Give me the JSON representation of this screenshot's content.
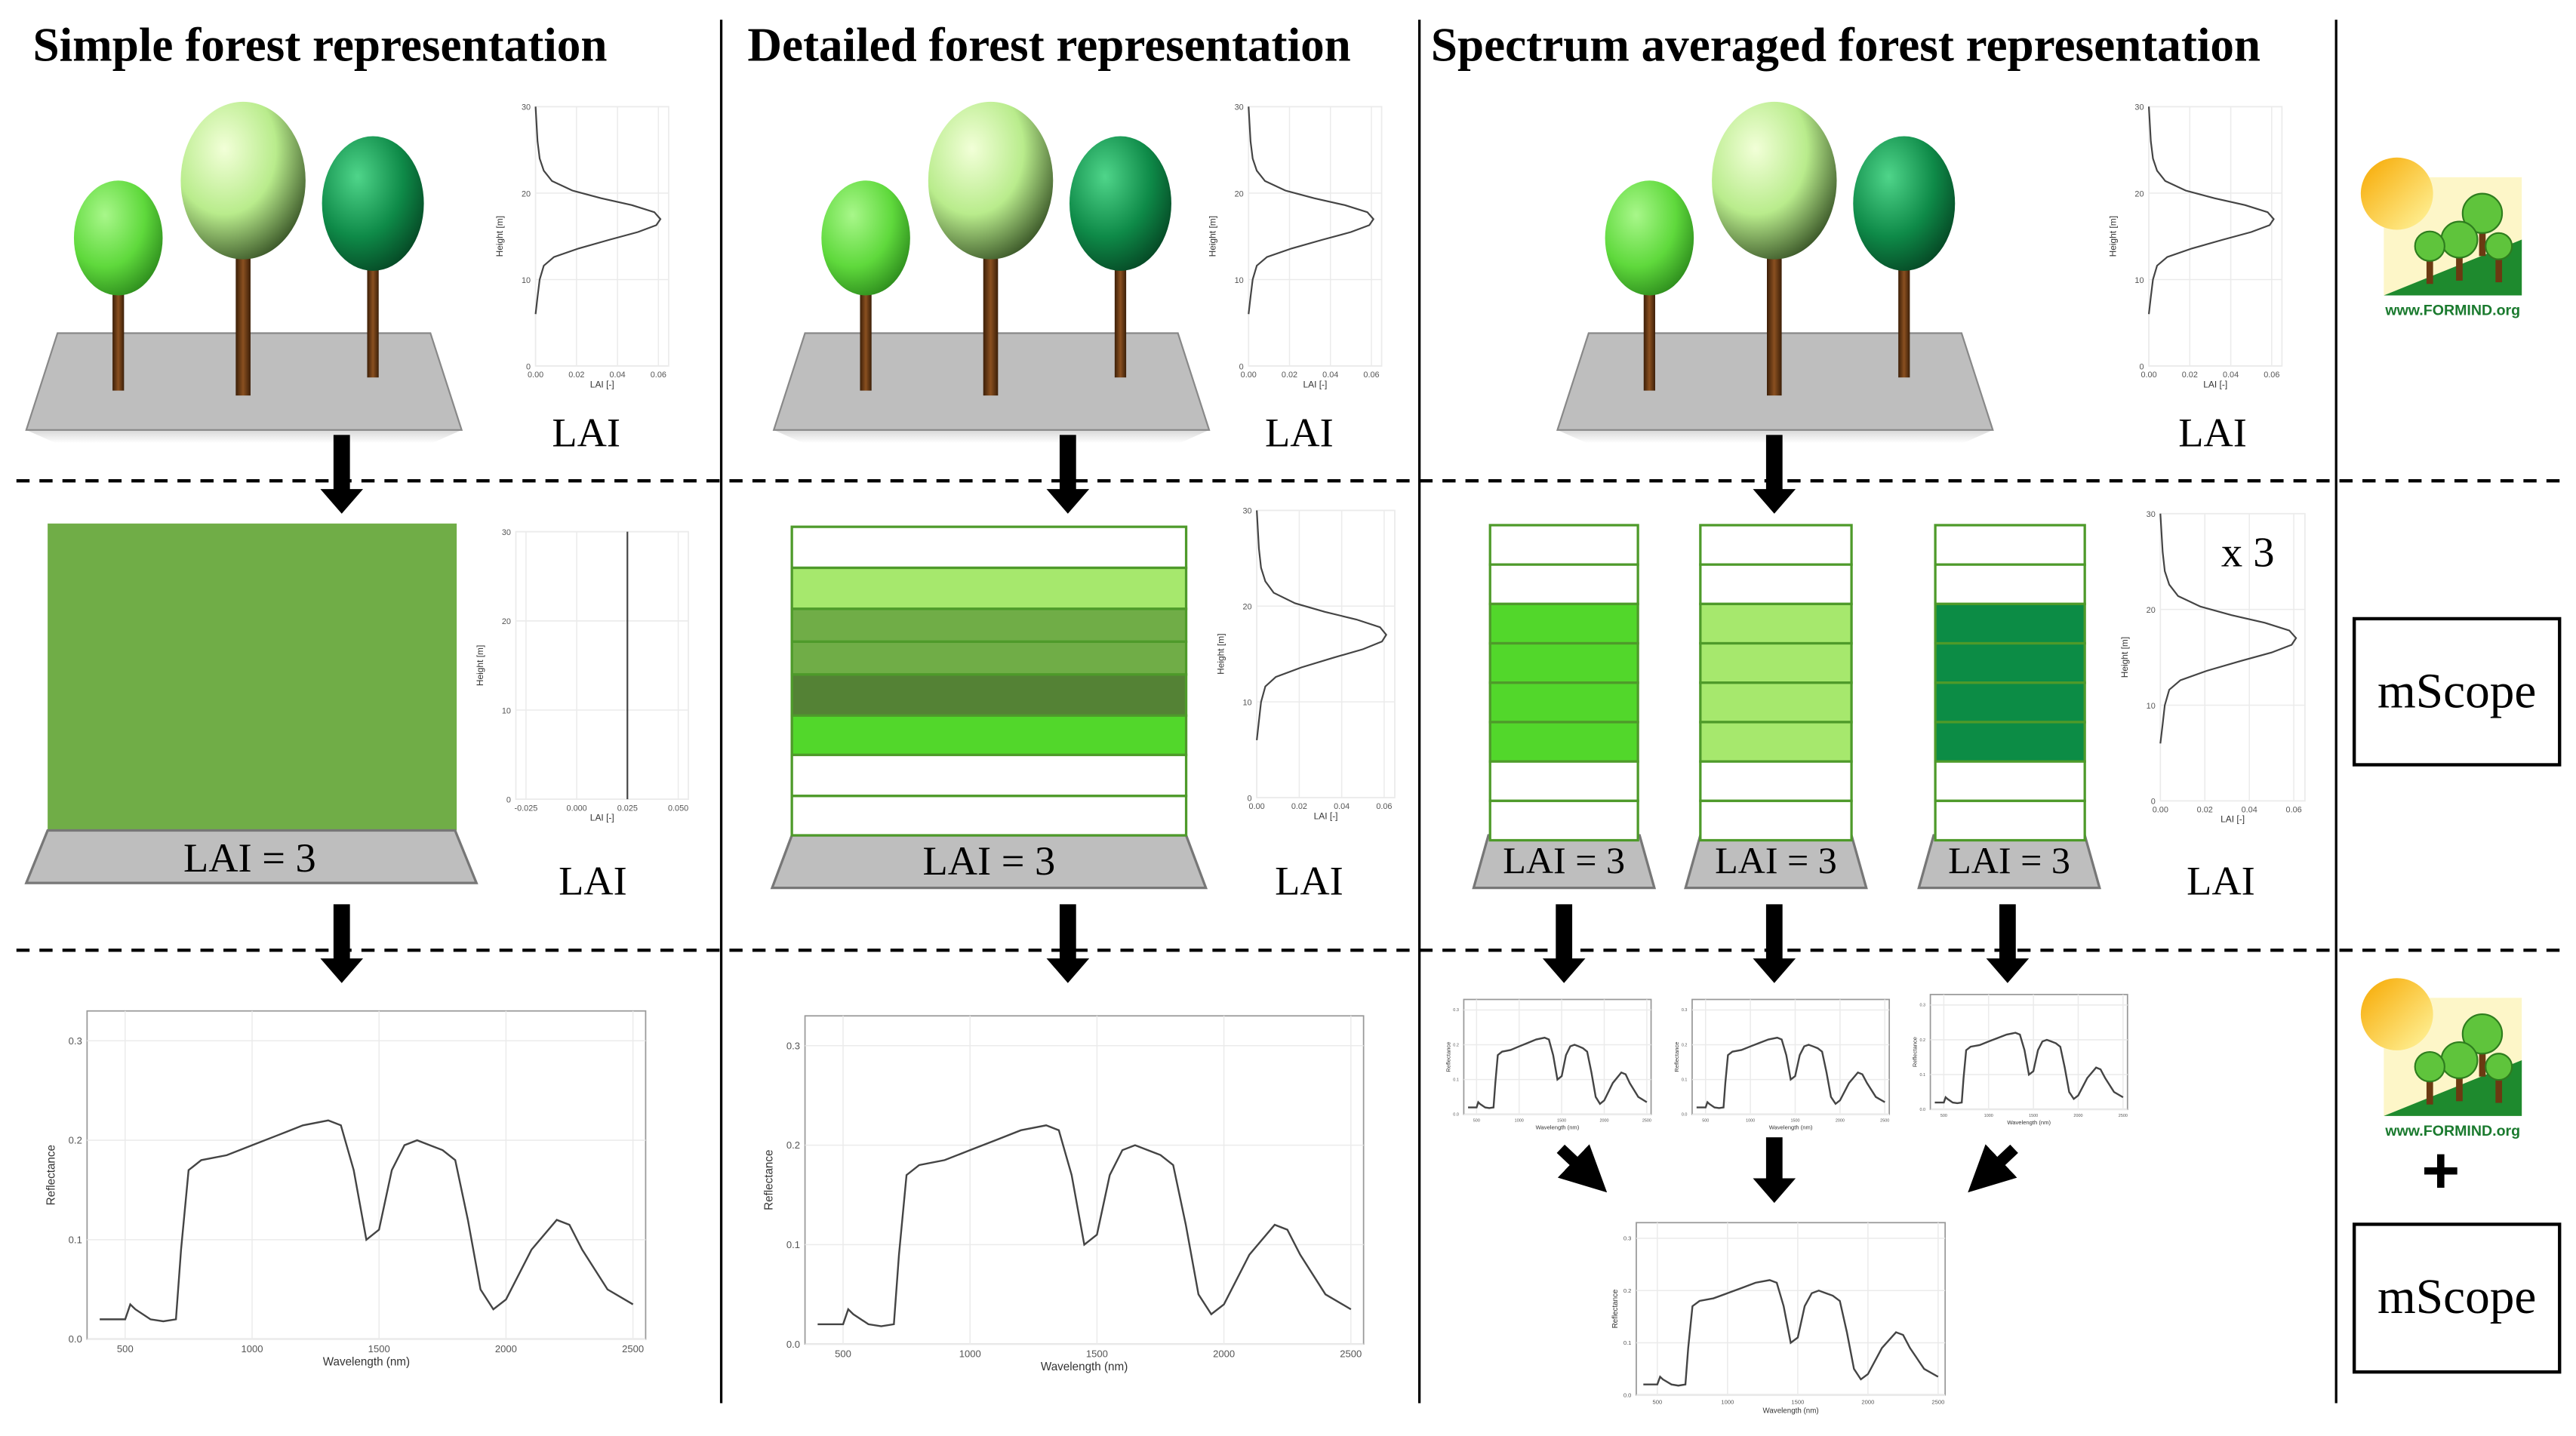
{
  "columns": [
    {
      "title": "Simple forest representation"
    },
    {
      "title": "Detailed forest representation"
    },
    {
      "title": "Spectrum averaged forest representation"
    }
  ],
  "lai_label": "LAI",
  "ground_label": "LAI = 3",
  "multiplier": "x 3",
  "logo": {
    "site": "www.FORMIND.org"
  },
  "mscope_label": "mScope",
  "plus_sign": "+",
  "profile_axes": {
    "ylabel": "Height [m]",
    "xlabel": "LAI [-]",
    "y_ticks": [
      "0",
      "10",
      "20",
      "30"
    ],
    "x_ticks": [
      "0.00",
      "0.02",
      "0.04",
      "0.06"
    ],
    "x_ticks_uniform": [
      "-0.025",
      "0.000",
      "0.025",
      "0.050"
    ]
  },
  "spectrum_axes": {
    "ylabel": "Reflectance",
    "xlabel": "Wavelength (nm)",
    "y_ticks": [
      "0.0",
      "0.1",
      "0.2",
      "0.3"
    ],
    "x_ticks": [
      "500",
      "1000",
      "1500",
      "2000",
      "2500"
    ]
  },
  "colors": {
    "tree_light": "#5fd93c",
    "tree_pale": "#b9ec8c",
    "tree_dark": "#0e8a48",
    "trunk": "#6b3a12",
    "ground": "#bebebe",
    "uniform_green": "#70ad47",
    "layer_pale": "#a6e86d",
    "layer_mid": "#70ad47",
    "layer_dark": "#548235",
    "layer_light": "#52d72b",
    "layer_darkgreen": "#0c8c45"
  },
  "chart_data": [
    {
      "type": "line",
      "ylabel": "Height [m]",
      "xlabel": "LAI [-]",
      "ylim": [
        0,
        30
      ],
      "xlim": [
        0,
        0.065
      ],
      "series": [
        {
          "x": [
            0.0,
            0.001,
            0.002,
            0.004,
            0.009,
            0.021,
            0.036,
            0.05,
            0.059,
            0.061,
            0.058,
            0.047,
            0.032,
            0.018,
            0.008,
            0.004,
            0.002,
            0.001,
            0.0
          ],
          "y": [
            6,
            8,
            10,
            11.6,
            12.6,
            13.6,
            14.6,
            15.5,
            16.3,
            17.0,
            17.8,
            18.6,
            19.4,
            20.3,
            21.4,
            22.6,
            24,
            26,
            30
          ]
        }
      ]
    },
    {
      "type": "line",
      "ylabel": "Height [m]",
      "xlabel": "LAI [-]",
      "ylim": [
        0,
        30
      ],
      "xlim": [
        -0.03,
        0.055
      ],
      "series": [
        {
          "x": [
            0.025,
            0.025
          ],
          "y": [
            0,
            30
          ]
        }
      ]
    },
    {
      "type": "line",
      "ylabel": "Reflectance",
      "xlabel": "Wavelength (nm)",
      "ylim": [
        0,
        0.33
      ],
      "xlim": [
        350,
        2550
      ],
      "series": [
        {
          "x": [
            400,
            500,
            520,
            540,
            600,
            650,
            700,
            720,
            750,
            800,
            900,
            1000,
            1100,
            1200,
            1300,
            1350,
            1400,
            1450,
            1500,
            1550,
            1600,
            1650,
            1700,
            1750,
            1800,
            1850,
            1900,
            1950,
            2000,
            2100,
            2200,
            2250,
            2300,
            2400,
            2500
          ],
          "y": [
            0.02,
            0.02,
            0.035,
            0.03,
            0.02,
            0.018,
            0.02,
            0.09,
            0.17,
            0.18,
            0.185,
            0.195,
            0.205,
            0.215,
            0.22,
            0.215,
            0.17,
            0.1,
            0.11,
            0.17,
            0.195,
            0.2,
            0.195,
            0.19,
            0.18,
            0.12,
            0.05,
            0.03,
            0.04,
            0.09,
            0.12,
            0.115,
            0.09,
            0.05,
            0.035
          ]
        }
      ]
    }
  ]
}
